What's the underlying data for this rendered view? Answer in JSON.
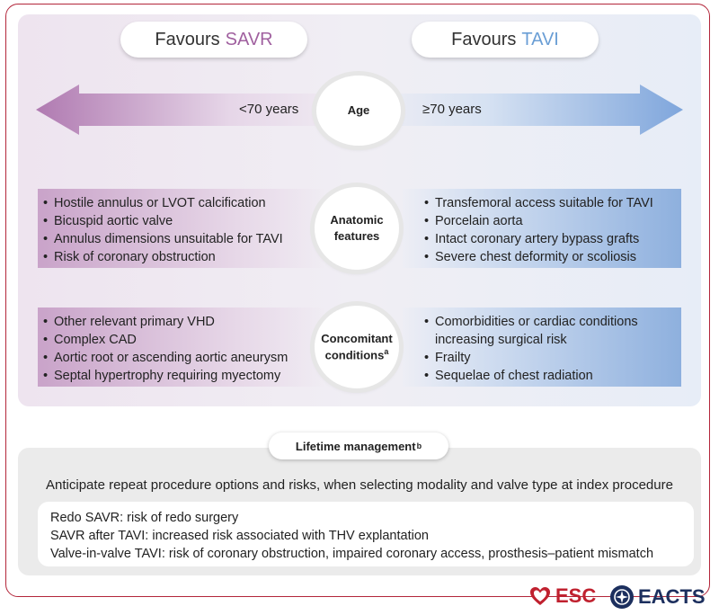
{
  "header": {
    "savr_prefix": "Favours",
    "savr_highlight": "SAVR",
    "tavi_prefix": "Favours",
    "tavi_highlight": "TAVI"
  },
  "age": {
    "label": "Age",
    "left_text": "<70 years",
    "right_text": "≥70 years"
  },
  "anatomic": {
    "label_line1": "Anatomic",
    "label_line2": "features",
    "left_items": [
      "Hostile annulus or LVOT calcification",
      "Bicuspid aortic valve",
      "Annulus dimensions unsuitable for TAVI",
      "Risk of coronary obstruction"
    ],
    "right_items": [
      "Transfemoral access suitable for TAVI",
      "Porcelain aorta",
      "Intact coronary artery bypass grafts",
      "Severe chest deformity or scoliosis"
    ]
  },
  "concomitant": {
    "label_line1": "Concomitant",
    "label_line2": "conditions",
    "label_sup": "a",
    "left_items": [
      "Other relevant primary VHD",
      "Complex CAD",
      "Aortic root or ascending aortic aneurysm",
      "Septal hypertrophy requiring myectomy"
    ],
    "right_items": [
      "Comorbidities or cardiac conditions",
      "increasing surgical risk",
      "Frailty",
      "Sequelae of chest radiation"
    ]
  },
  "lifetime": {
    "title": "Lifetime management",
    "title_sup": "b",
    "anticipate": "Anticipate repeat procedure options and risks, when selecting modality and valve type at index procedure",
    "lines": [
      "Redo SAVR: risk of redo surgery",
      "SAVR after TAVI: increased risk associated with THV explantation",
      "Valve-in-valve TAVI: risk of coronary obstruction, impaired coronary access, prosthesis–patient mismatch"
    ]
  },
  "logos": {
    "esc": "ESC",
    "eacts": "EACTS"
  },
  "colors": {
    "frame": "#b3263a",
    "savr_accent": "#a0609f",
    "tavi_accent": "#6a9ed5",
    "left_band": "#c9a3c9",
    "right_band": "#8eb0de"
  }
}
